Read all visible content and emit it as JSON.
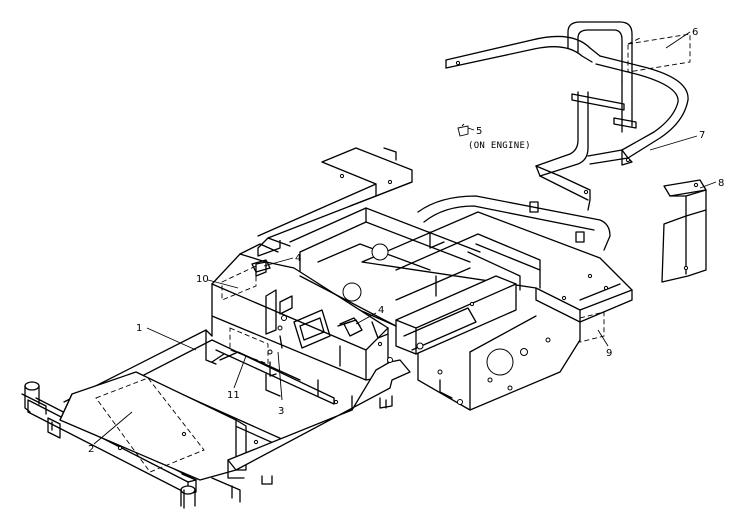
{
  "callouts": [
    {
      "id": "c1",
      "label": "1"
    },
    {
      "id": "c2",
      "label": "2"
    },
    {
      "id": "c3",
      "label": "3"
    },
    {
      "id": "c4a",
      "label": "4"
    },
    {
      "id": "c4b",
      "label": "4"
    },
    {
      "id": "c5",
      "label": "5"
    },
    {
      "id": "c6",
      "label": "6"
    },
    {
      "id": "c7",
      "label": "7"
    },
    {
      "id": "c8",
      "label": "8"
    },
    {
      "id": "c9",
      "label": "9"
    },
    {
      "id": "c10",
      "label": "10"
    },
    {
      "id": "c11",
      "label": "11"
    }
  ],
  "notes": {
    "on_engine": "(ON ENGINE)"
  }
}
